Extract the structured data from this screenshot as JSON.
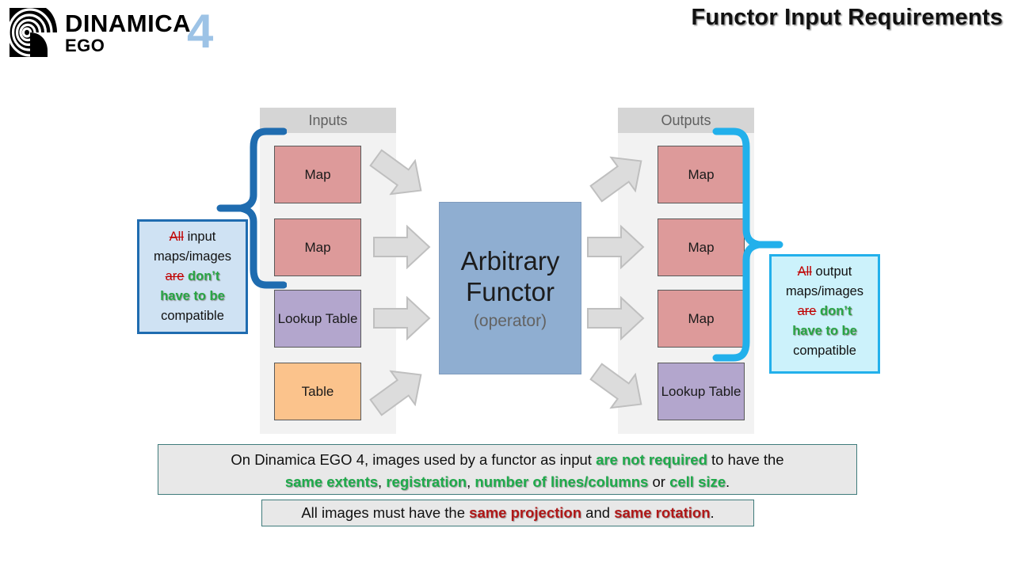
{
  "brand": {
    "logo_icon": "spiral-logo-icon",
    "name_line1": "DINAMICA",
    "name_line2": "EGO",
    "version": "4"
  },
  "title": "Functor Input Requirements",
  "diagram": {
    "inputs": {
      "header": "Inputs",
      "items": [
        {
          "label": "Map",
          "kind": "map"
        },
        {
          "label": "Map",
          "kind": "map"
        },
        {
          "label": "Lookup Table",
          "kind": "lookup"
        },
        {
          "label": "Table",
          "kind": "table"
        }
      ]
    },
    "outputs": {
      "header": "Outputs",
      "items": [
        {
          "label": "Map",
          "kind": "map"
        },
        {
          "label": "Map",
          "kind": "map"
        },
        {
          "label": "Map",
          "kind": "map"
        },
        {
          "label": "Lookup Table",
          "kind": "lookup"
        }
      ]
    },
    "functor": {
      "title_line1": "Arbitrary",
      "title_line2": "Functor",
      "subtitle": "(operator)"
    },
    "arrows": {
      "input": [
        "arrow-down-right",
        "arrow-right",
        "arrow-right",
        "arrow-up-right"
      ],
      "output": [
        "arrow-up-right",
        "arrow-right",
        "arrow-right",
        "arrow-down-right"
      ]
    },
    "brace_input_icon": "curly-brace-left-icon",
    "brace_output_icon": "curly-brace-right-icon"
  },
  "callout_left": {
    "struck_1": "All",
    "text_1": " input",
    "text_2": "maps/images",
    "struck_2": "are",
    "green_1": " don’t",
    "green_2": "have to be",
    "text_3": "compatible"
  },
  "callout_right": {
    "struck_1": "All",
    "text_1": " output",
    "text_2": "maps/images",
    "struck_2": "are",
    "green_1": " don’t",
    "green_2": "have to be",
    "text_3": "compatible"
  },
  "note_1": {
    "seg_1": "On Dinamica EGO 4, images used by a functor as input ",
    "hl_1": "are not required",
    "seg_2": " to have the",
    "hl_2": "same extents",
    "seg_3": ", ",
    "hl_3": "registration",
    "seg_4": ", ",
    "hl_4": "number of lines/columns",
    "seg_5": " or ",
    "hl_5": "cell size",
    "seg_6": "."
  },
  "note_2": {
    "seg_1": "All images must have the ",
    "hl_1": "same projection",
    "seg_2": " and ",
    "hl_2": "same rotation",
    "seg_3": "."
  },
  "colors": {
    "map": "#dd9a9a",
    "lookup": "#b3a6cd",
    "table": "#fbc38c",
    "functor": "#8faed1",
    "brace_input": "#1f6cb0",
    "brace_output": "#22b0eb",
    "green": "#27a544",
    "red": "#c00000",
    "brand_blue": "#9dc3e6"
  }
}
